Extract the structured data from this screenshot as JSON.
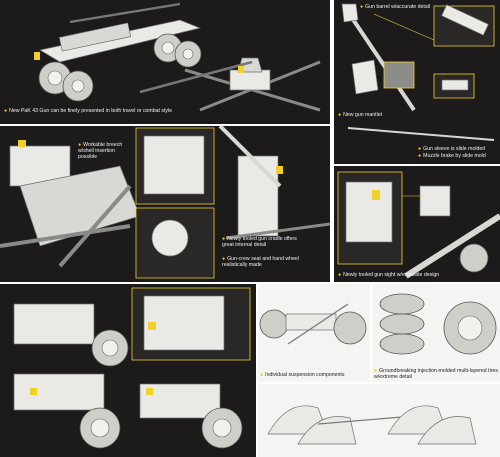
{
  "captions": {
    "travel_combat": "New PaK 43 Gun can be finely presented in both travel or combat style",
    "barrel_detail": "Gun barrel w/accurate detail",
    "gun_mantlet": "New gun mantlet",
    "sleeve_molded": "Gun sleeve is slide molded",
    "muzzle_brake": "Muzzle brake by slide mold",
    "breech": "Workable breech w/shell insertion possible",
    "cradle": "Newly tooled gun cradle offers great internal detail",
    "seat_handwheel": "Gun-crew seat and hand wheel realistically made",
    "gun_sight": "Newly tooled gun sight w/exquisite design",
    "suspension": "Individual suspension components",
    "tires": "Groundbreaking injection-molded multi-layered tires w/extreme detail"
  },
  "colors": {
    "panel_dark": "#1c1a1a",
    "highlight": "#f2d02a",
    "model_grey": "#e9e9e6"
  }
}
